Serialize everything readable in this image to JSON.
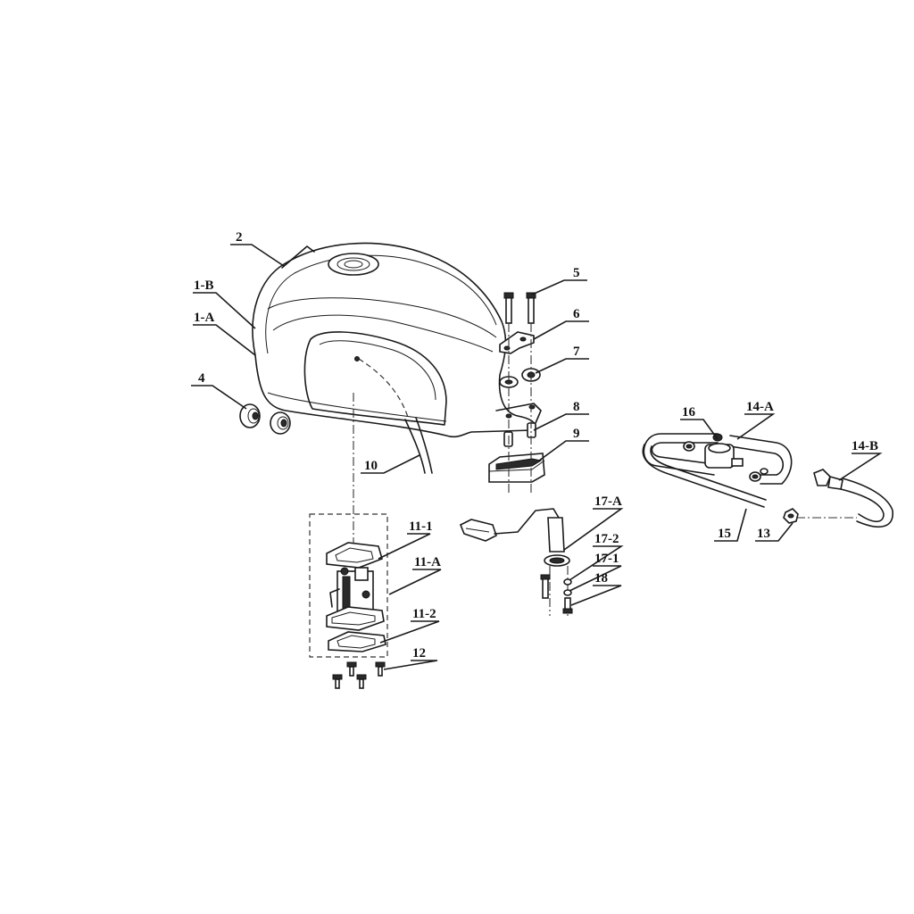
{
  "callouts": {
    "c2": "2",
    "c1b": "1-B",
    "c1a": "1-A",
    "c4": "4",
    "c5": "5",
    "c6": "6",
    "c7": "7",
    "c8": "8",
    "c9": "9",
    "c10": "10",
    "c11_1": "11-1",
    "c11_a": "11-A",
    "c11_2": "11-2",
    "c12": "12",
    "c17_a": "17-A",
    "c17_2": "17-2",
    "c17_1": "17-1",
    "c18": "18",
    "c16": "16",
    "c14_a": "14-A",
    "c14_b": "14-B",
    "c15": "15",
    "c13": "13"
  }
}
